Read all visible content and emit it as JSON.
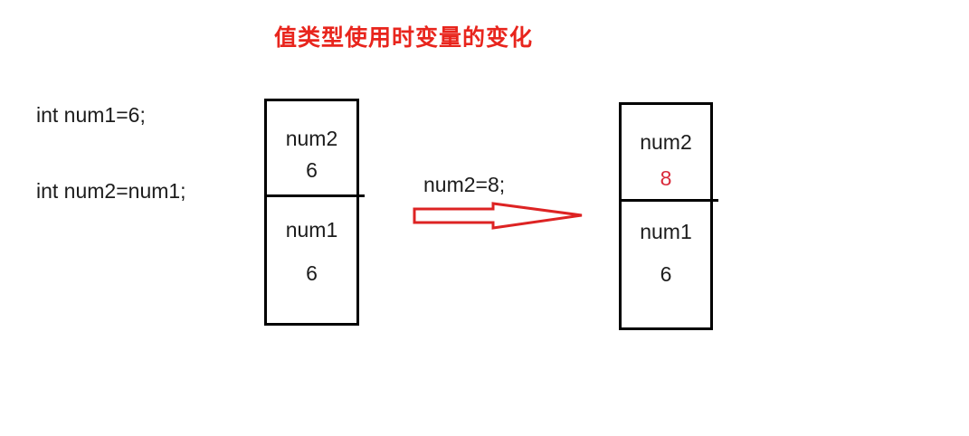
{
  "title": "值类型使用时变量的变化",
  "code": {
    "line1": "int num1=6;",
    "line2": "int num2=num1;"
  },
  "transition": {
    "label": "num2=8;",
    "arrow_icon": "right-arrow"
  },
  "boxes": {
    "before": {
      "cells": [
        {
          "name": "num2",
          "value": "6"
        },
        {
          "name": "num1",
          "value": "6"
        }
      ]
    },
    "after": {
      "cells": [
        {
          "name": "num2",
          "value": "8",
          "highlighted": true
        },
        {
          "name": "num1",
          "value": "6"
        }
      ]
    }
  },
  "colors": {
    "title_red": "#e8251d",
    "value_red": "#d9293a",
    "arrow_red": "#dd2323",
    "text_black": "#1c1c1c",
    "border_black": "#000000"
  }
}
